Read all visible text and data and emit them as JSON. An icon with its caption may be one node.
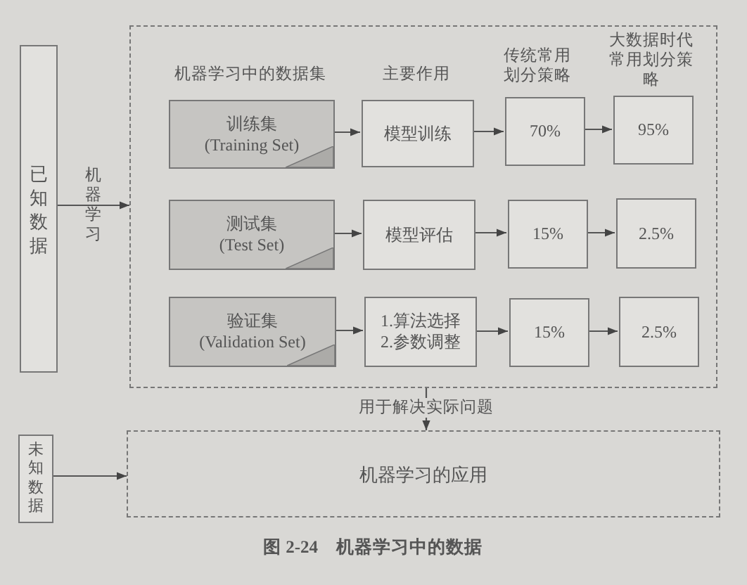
{
  "diagram": {
    "caption": "图 2-24　机器学习中的数据",
    "nodes": [
      {
        "text": [
          "已知数据"
        ]
      },
      {
        "text": [],
        "shape": "box"
      },
      {
        "text": [
          "训练集",
          "(Training Set)"
        ],
        "in": 1
      },
      {
        "text": [
          "模型训练"
        ],
        "in": 1
      },
      {
        "text": [
          "70%"
        ],
        "in": 1
      },
      {
        "text": [
          "95%"
        ],
        "in": 1
      },
      {
        "text": [
          "测试集",
          "(Test Set)"
        ],
        "in": 1
      },
      {
        "text": [
          "模型评估"
        ],
        "in": 1
      },
      {
        "text": [
          "15%"
        ],
        "in": 1
      },
      {
        "text": [
          "2.5%"
        ],
        "in": 1
      },
      {
        "text": [
          "验证集",
          "(Validation Set)"
        ],
        "in": 1
      },
      {
        "text": [
          "1.算法选择",
          "2.参数调整"
        ],
        "in": 1
      },
      {
        "text": [
          "15%"
        ],
        "in": 1
      },
      {
        "text": [
          "2.5%"
        ],
        "in": 1
      },
      {
        "text": [
          "机器学习的应用"
        ]
      },
      {
        "text": [
          "未知数据"
        ]
      }
    ],
    "edges": [
      {
        "from": 0,
        "to": 1,
        "arrow": "to",
        "label": "机器学习"
      },
      {
        "from": 2,
        "to": 3,
        "arrow": "to"
      },
      {
        "from": 3,
        "to": 4,
        "arrow": "to"
      },
      {
        "from": 4,
        "to": 5,
        "arrow": "to"
      },
      {
        "from": 6,
        "to": 7,
        "arrow": "to"
      },
      {
        "from": 7,
        "to": 8,
        "arrow": "to"
      },
      {
        "from": 8,
        "to": 9,
        "arrow": "to"
      },
      {
        "from": 10,
        "to": 11,
        "arrow": "to"
      },
      {
        "from": 11,
        "to": 12,
        "arrow": "to"
      },
      {
        "from": 12,
        "to": 13,
        "arrow": "to"
      },
      {
        "from": 1,
        "to": 14,
        "arrow": "to",
        "label": "用于解决实际问题"
      },
      {
        "from": 15,
        "to": 14,
        "arrow": "to"
      }
    ],
    "labels": [
      "机器学习中的数据集",
      "主要作用",
      "传统常用划分策略",
      "大数据时代常用划分策略"
    ]
  }
}
